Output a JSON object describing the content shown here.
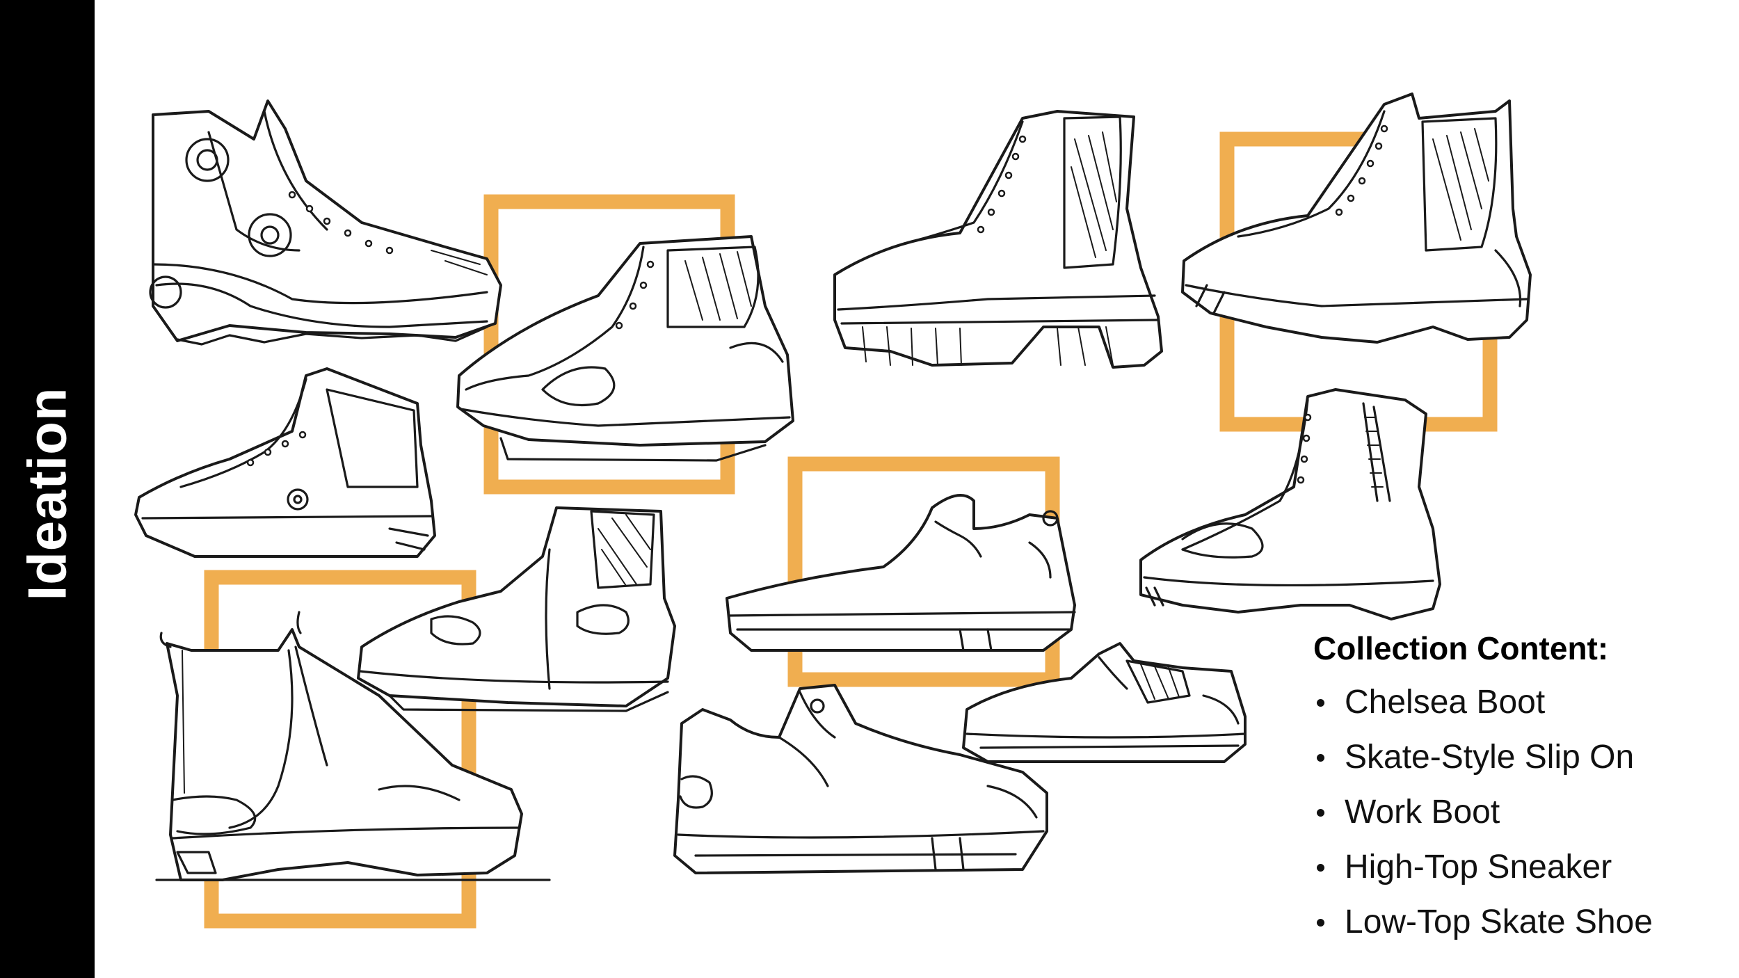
{
  "sidebar": {
    "title": "Ideation"
  },
  "colors": {
    "sidebar_bg": "#000000",
    "highlight": "#F0AE50",
    "ink": "#1a1a1a",
    "background": "#ffffff"
  },
  "sketches": [
    {
      "name": "sketch-high-top-dial-sneaker",
      "highlighted": false
    },
    {
      "name": "sketch-work-boot-front-zip",
      "highlighted": true
    },
    {
      "name": "sketch-platform-work-boot",
      "highlighted": false
    },
    {
      "name": "sketch-platform-work-boot-alt",
      "highlighted": true
    },
    {
      "name": "sketch-low-high-top-sneaker",
      "highlighted": false
    },
    {
      "name": "sketch-chelsea-boot-side",
      "highlighted": false
    },
    {
      "name": "sketch-skate-slip-on",
      "highlighted": true
    },
    {
      "name": "sketch-zip-work-boot",
      "highlighted": false
    },
    {
      "name": "sketch-chelsea-boot",
      "highlighted": true
    },
    {
      "name": "sketch-mid-skate-shoe",
      "highlighted": false
    },
    {
      "name": "sketch-low-top-skate-shoe",
      "highlighted": false
    }
  ],
  "collection": {
    "title": "Collection Content:",
    "items": [
      "Chelsea Boot",
      "Skate-Style Slip On",
      "Work Boot",
      "High-Top Sneaker",
      "Low-Top Skate Shoe"
    ]
  }
}
